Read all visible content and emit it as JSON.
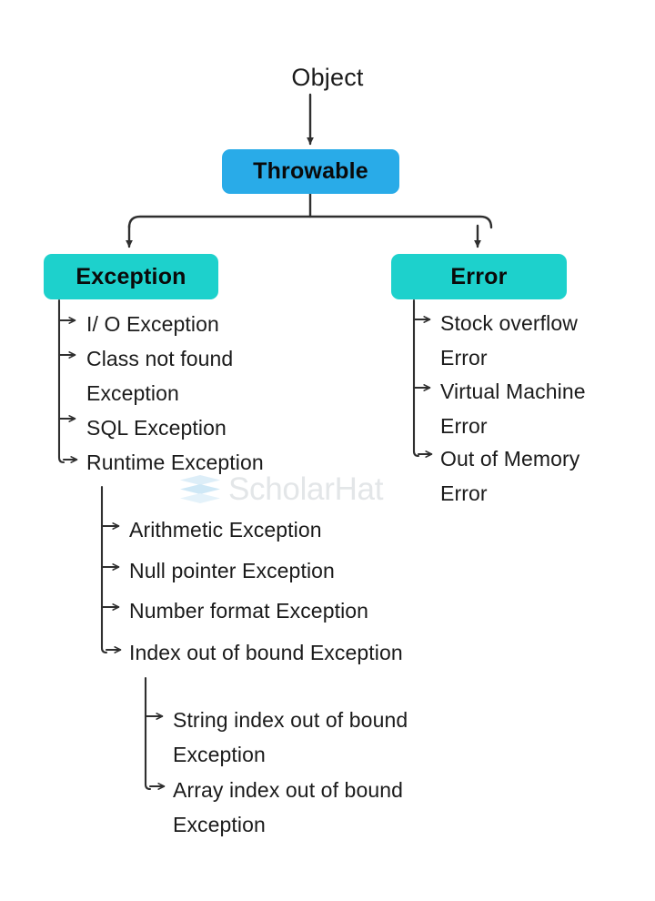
{
  "diagram": {
    "title": "Java Exception Hierarchy",
    "root": {
      "label": "Object"
    },
    "colors": {
      "throwable_fill": "#29ABE8",
      "branch_fill": "#1DD1CC",
      "line": "#3a3a3a",
      "text": "#1b1b1b",
      "watermark": "#e3e6e8"
    },
    "nodes": {
      "throwable": "Throwable",
      "exception": "Exception",
      "error": "Error"
    },
    "exception_children": [
      "I/ O Exception",
      "Class not found\nException",
      "SQL Exception",
      "Runtime Exception"
    ],
    "error_children": [
      "Stock overflow\nError",
      "Virtual Machine\nError",
      " Out of Memory\nError"
    ],
    "runtime_children": [
      "Arithmetic Exception",
      "Null pointer Exception",
      "Number format Exception",
      "Index out of bound Exception"
    ],
    "index_children": [
      "String index out of bound\nException",
      "Array index out of bound\nException"
    ]
  },
  "watermark": {
    "text": "ScholarHat",
    "icon": "layered-stack-icon"
  }
}
